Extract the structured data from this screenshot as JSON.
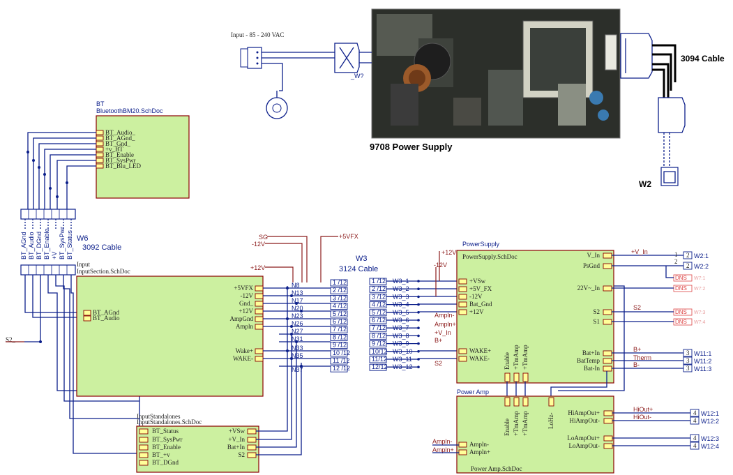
{
  "power_supply": {
    "title": "9708 Power Supply",
    "input_label": "Input - 85 - 240 VAC",
    "wire_label": "_W?",
    "cable_label": "3094 Cable",
    "w2_label": "W2"
  },
  "bt_sheet": {
    "designator": "BT",
    "file": "BluetoothBM20.SchDoc",
    "ports": [
      "BT_Audio_",
      "BT_AGnd_",
      "BT_Gnd_",
      "+v_BT",
      "BT_Enable",
      "BT_SysPwr",
      "BT_Blu_LED"
    ]
  },
  "w6": {
    "label": "W6",
    "cable": "3092 Cable",
    "wire_labels": [
      "BT_AGnd",
      "BT_Audio",
      "BT_DGnd",
      "BT_Enable",
      "+V",
      "BT_SysPwr",
      "BT_Status"
    ]
  },
  "input_sheet": {
    "designator": "Input",
    "file": "InputSection.SchDoc",
    "left_ports": [
      "BT_AGnd",
      "BT_Audio"
    ],
    "right_ports": [
      "+5VFX",
      "-12V",
      "Gnd_",
      "+12V",
      "AmpGnd",
      "Ampln"
    ],
    "wake_ports": [
      "Wake+",
      "WAKE-"
    ],
    "s2": "S2_"
  },
  "standalones_sheet": {
    "designator": "InputStandalones",
    "file": "InputStandalones.SchDoc",
    "left_ports": [
      "BT_Status",
      "BT_SysPwr",
      "BT_Enable",
      "BT_+v",
      "BT_DGnd"
    ],
    "right_ports": [
      "+VSw",
      "+V_In",
      "Bat+In",
      "S2"
    ]
  },
  "w3": {
    "label": "W3",
    "cable": "3124 Cable",
    "left_pins": [
      "1 /12",
      "2 /12",
      "3 /12",
      "4 /12",
      "5 /12",
      "6 /12",
      "7 /12",
      "8 /12",
      "9 /12",
      "10 /12",
      "11 /12",
      "12 /12"
    ],
    "right_pins": [
      "1 /12",
      "2 /12",
      "3 /12",
      "4 /12",
      "5 /12",
      "6 /12",
      "7 /12",
      "8 /12",
      "9 /12",
      "10/12",
      "11/12",
      "12/12"
    ],
    "net_labels": [
      "W3_1",
      "W3_2",
      "W3_3",
      "W3_4",
      "W3_5",
      "W3_6",
      "W3_7",
      "W3_8",
      "W3_9",
      "W3_10",
      "W3_11",
      "W3_12"
    ],
    "red_labels": [
      "Ampln-",
      "Ampln+",
      "+V_In",
      "B+",
      "S2"
    ]
  },
  "left_nets": {
    "top": [
      "SG",
      "-12V",
      "+12V",
      "+5VFX"
    ],
    "net_ids": [
      "N8",
      "N13",
      "N17",
      "N20",
      "N23",
      "N26",
      "N27",
      "N31",
      "N33",
      "N35",
      "N37"
    ]
  },
  "powersupply_sheet": {
    "designator": "PowerSupply",
    "file": "PowerSupply.SchDoc",
    "left_ports": [
      "+VSw",
      "+5V_FX",
      "-12V",
      "Bat_Gnd",
      "+12V"
    ],
    "wake_ports": [
      "WAKE+",
      "WAKE-"
    ],
    "right_ports": [
      "V_In",
      "PsGnd",
      "22V~_In",
      "S2",
      "S1",
      "Bat+In",
      "BatTemp",
      "Bat-In"
    ],
    "top_labels": [
      "+12V",
      "-12V"
    ],
    "bottom_ports": [
      "Enable",
      "+TmAmp",
      "+TmAmp"
    ]
  },
  "poweramp_sheet": {
    "designator": "Power Amp",
    "file": "Power Amp.SchDoc",
    "left_ports": [
      "Ampln-",
      "Ampln+"
    ],
    "right_ports": [
      "HiAmpOut+",
      "HiAmpOut-",
      "LoAmpOut+",
      "LoAmpOut-"
    ],
    "top_ports": [
      "Enable",
      "+TmAmp",
      "+TmAmp",
      "LoHz-"
    ],
    "left_labels": [
      "Ampln-",
      "Ampln+"
    ]
  },
  "outputs": {
    "vin": "+V_In",
    "w21": "W2:1",
    "w22": "W2:2",
    "dns1": "DNS",
    "w71": "W7:1",
    "dns2": "DNS",
    "w72": "W7:2",
    "dns3": "DNS",
    "w73": "W7:3",
    "dns4": "DNS",
    "w74": "W7:4",
    "s2": "S2",
    "bplus": "B+",
    "therm": "Therm",
    "bminus": "B-",
    "w111": "W11:1",
    "w112": "W11:2",
    "w113": "W11:3",
    "hiout_plus": "HiOut+",
    "hiout_minus": "HiOut-",
    "w121": "W12:1",
    "w122": "W12:2",
    "w123": "W12:3",
    "w124": "W12:4"
  }
}
